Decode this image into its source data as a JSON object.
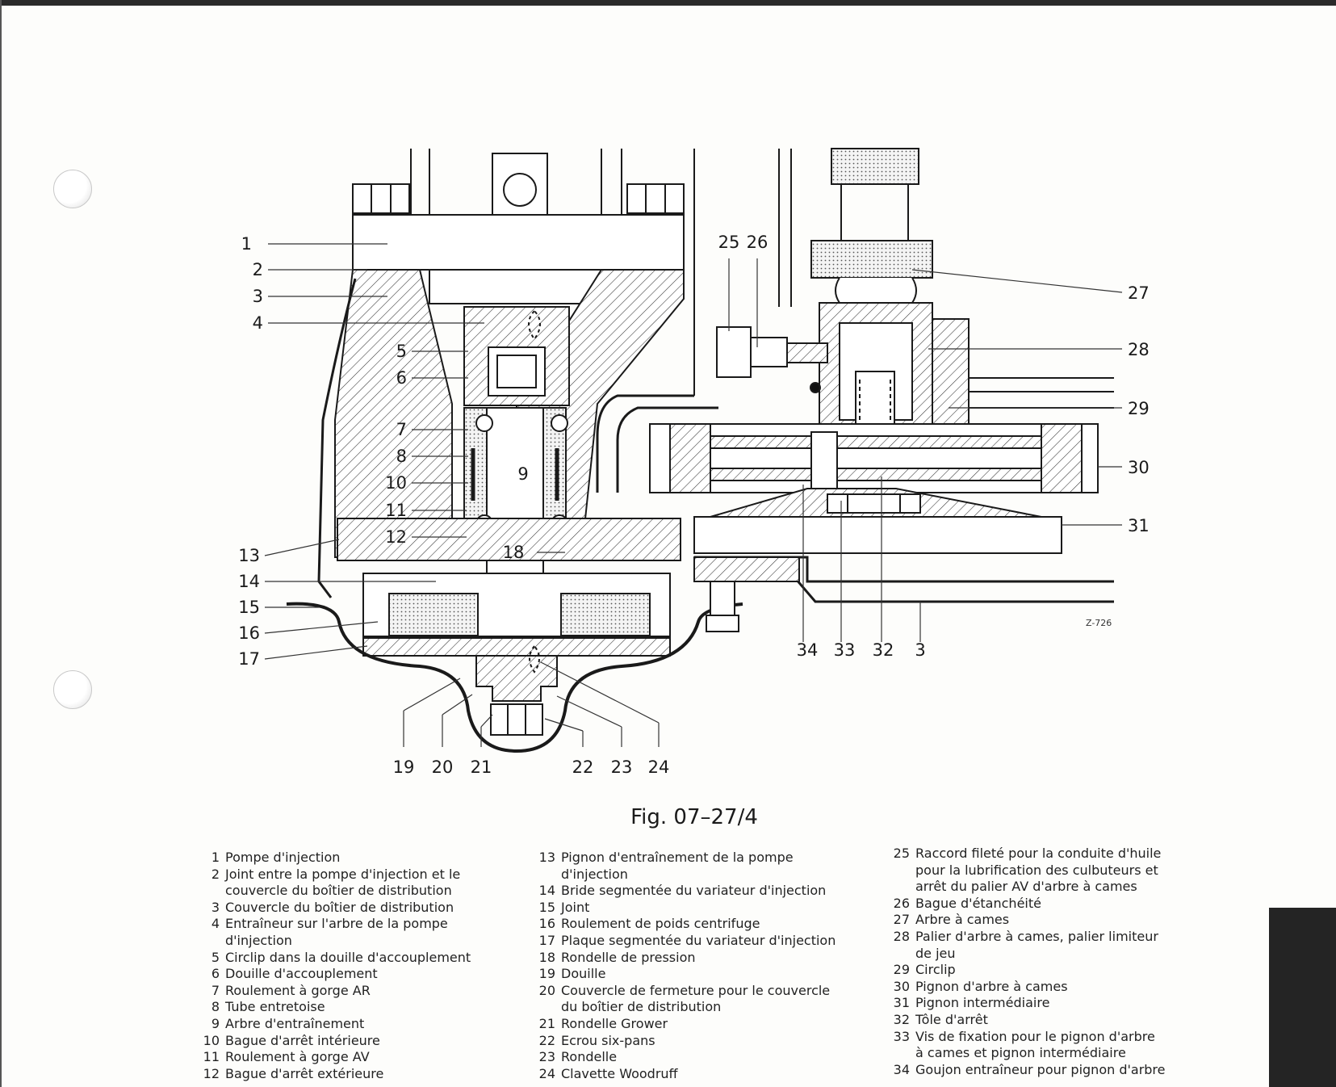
{
  "figure": {
    "caption": "Fig. 07–27/4",
    "drawing_code": "Z-726"
  },
  "callouts_left": [
    "1",
    "2",
    "3",
    "4",
    "5",
    "6",
    "7",
    "8",
    "10",
    "11",
    "12",
    "13",
    "14",
    "15",
    "16",
    "17"
  ],
  "callout_9": "9",
  "callout_18": "18",
  "callouts_bottom_left": [
    "19",
    "20",
    "21",
    "22",
    "23",
    "24"
  ],
  "callouts_top_right": [
    "25",
    "26"
  ],
  "callouts_right": [
    "27",
    "28",
    "29",
    "30",
    "31"
  ],
  "callouts_bottom_right": [
    "34",
    "33",
    "32",
    "3"
  ],
  "legend": {
    "col1": [
      {
        "num": "1",
        "lines": [
          "Pompe d'injection"
        ]
      },
      {
        "num": "2",
        "lines": [
          "Joint entre la pompe d'injection et le",
          "couvercle du boîtier de distribution"
        ]
      },
      {
        "num": "3",
        "lines": [
          "Couvercle du boîtier de distribution"
        ]
      },
      {
        "num": "4",
        "lines": [
          "Entraîneur sur l'arbre de la pompe",
          "d'injection"
        ]
      },
      {
        "num": "5",
        "lines": [
          "Circlip dans la douille d'accouplement"
        ]
      },
      {
        "num": "6",
        "lines": [
          "Douille d'accouplement"
        ]
      },
      {
        "num": "7",
        "lines": [
          "Roulement à gorge AR"
        ]
      },
      {
        "num": "8",
        "lines": [
          "Tube entretoise"
        ]
      },
      {
        "num": "9",
        "lines": [
          "Arbre d'entraînement"
        ]
      },
      {
        "num": "10",
        "lines": [
          "Bague d'arrêt intérieure"
        ]
      },
      {
        "num": "11",
        "lines": [
          "Roulement à gorge AV"
        ]
      },
      {
        "num": "12",
        "lines": [
          "Bague d'arrêt extérieure"
        ]
      }
    ],
    "col2": [
      {
        "num": "13",
        "lines": [
          "Pignon d'entraînement de la pompe",
          "d'injection"
        ]
      },
      {
        "num": "14",
        "lines": [
          "Bride segmentée du variateur d'injection"
        ]
      },
      {
        "num": "15",
        "lines": [
          "Joint"
        ]
      },
      {
        "num": "16",
        "lines": [
          "Roulement de poids centrifuge"
        ]
      },
      {
        "num": "17",
        "lines": [
          "Plaque segmentée du variateur d'injection"
        ]
      },
      {
        "num": "18",
        "lines": [
          "Rondelle de pression"
        ]
      },
      {
        "num": "19",
        "lines": [
          "Douille"
        ]
      },
      {
        "num": "20",
        "lines": [
          "Couvercle de fermeture pour le couvercle",
          "du boîtier de distribution"
        ]
      },
      {
        "num": "21",
        "lines": [
          "Rondelle Grower"
        ]
      },
      {
        "num": "22",
        "lines": [
          "Ecrou six-pans"
        ]
      },
      {
        "num": "23",
        "lines": [
          "Rondelle"
        ]
      },
      {
        "num": "24",
        "lines": [
          "Clavette Woodruff"
        ]
      }
    ],
    "col3": [
      {
        "num": "25",
        "lines": [
          "Raccord fileté pour la conduite d'huile",
          "pour la lubrification des culbuteurs et",
          "arrêt du palier AV d'arbre à cames"
        ]
      },
      {
        "num": "26",
        "lines": [
          "Bague d'étanchéité"
        ]
      },
      {
        "num": "27",
        "lines": [
          "Arbre à cames"
        ]
      },
      {
        "num": "28",
        "lines": [
          "Palier d'arbre à cames, palier limiteur",
          "de jeu"
        ]
      },
      {
        "num": "29",
        "lines": [
          "Circlip"
        ]
      },
      {
        "num": "30",
        "lines": [
          "Pignon d'arbre à cames"
        ]
      },
      {
        "num": "31",
        "lines": [
          "Pignon intermédiaire"
        ]
      },
      {
        "num": "32",
        "lines": [
          "Tôle d'arrêt"
        ]
      },
      {
        "num": "33",
        "lines": [
          "Vis de fixation pour le pignon d'arbre",
          "à cames et pignon intermédiaire"
        ]
      },
      {
        "num": "34",
        "lines": [
          "Goujon entraîneur pour pignon d'arbre"
        ]
      }
    ]
  }
}
